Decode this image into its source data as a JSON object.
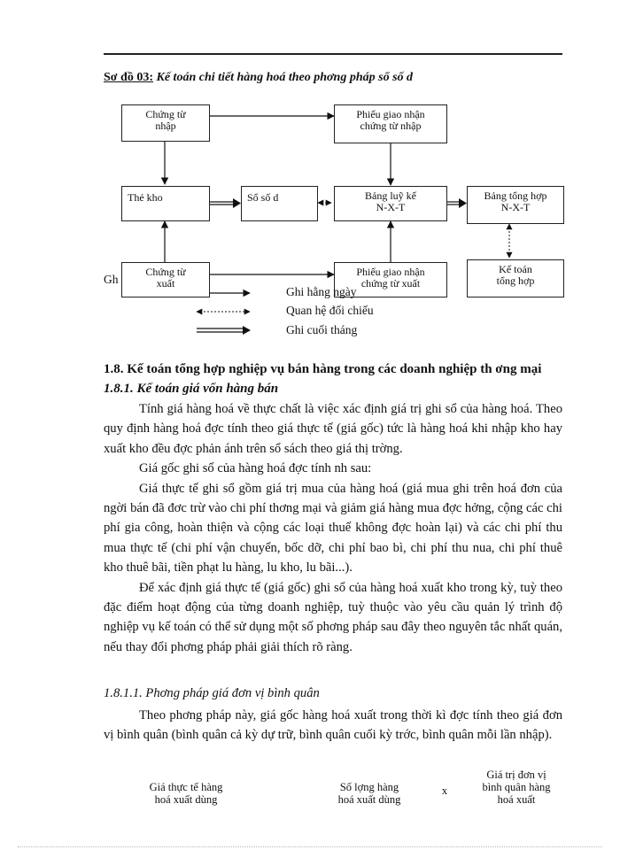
{
  "diagram": {
    "label": "Sơ đồ 03:",
    "title": " Kế toán chi tiết hàng hoá theo phơng   pháp sổ số d",
    "nodes": {
      "chung_tu_nhap": "Chứng từ\nnhập",
      "phieu_giao_nhan_nhap": "Phiếu giao nhận\nchứng từ nhập",
      "the_kho": "Thẻ kho",
      "so_so_du": "Sổ số d",
      "bang_luy_ke": "Bảng luỹ kế\nN-X-T",
      "bang_tong_hop": "Bảng tổng hợp\nN-X-T",
      "chung_tu_xuat": "Chứng từ\nxuất",
      "phieu_giao_nhan_xuat": "Phiếu giao nhận\nchứng từ xuất",
      "ke_toan_tong_hop": "Kế toán\ntổng hợp"
    },
    "gh_fragment": "Gh",
    "legend": {
      "daily": "Ghi hằng ngày",
      "reconcile": "Quan hệ đối chiếu",
      "month_end": "Ghi cuối tháng"
    }
  },
  "section": {
    "heading": "1.8. Kế toán tổng hợp nghiệp vụ bán hàng trong các doanh nghiệp th  ơng mại",
    "subheading": "1.8.1. Kế toán giá vốn hàng bán",
    "para1": "Tính  giá hàng hoá về thực chất là việc xác định giá trị ghi sổ của hàng hoá. Theo quy định hàng hoá đợc   tính theo giá thực tế (giá gốc) tức là hàng hoá khi nhập kho hay xuất kho đều đợc   phản ánh trên sổ sách theo giá thị trờng.",
    "para2": "Giá gốc ghi sổ của hàng hoá đợc   tính nh  sau:",
    "para3": "Giá thực tế ghi sổ gồm giá trị mua của hàng hoá (giá mua ghi trên hoá đơn của ngời   bán đã đơc   trừ vào chi phí thơng   mại và giảm giá hàng mua đợc   hởng,  cộng các chi phí gia công, hoàn thiện và cộng các loại thuế không đợc   hoàn lại) và các chi phí thu mua thực tế (chi phí vận chuyển, bốc dỡ, chi phí bao bì, chi phí thu nua, chi phí thuê kho thuê bãi, tiền phạt lu   hàng, lu   kho, lu   bãi...).",
    "para4": "Để xác định giá thực tế (giá gốc) ghi sổ của hàng hoá xuất kho trong kỳ, tuỳ theo đặc điểm hoạt động của từng doanh nghiệp, tuỳ thuộc vào yêu cầu quản lý trình độ nghiệp vụ kế toán có thể sử dụng một số phơng   pháp sau đây theo nguyên tắc nhất  quán, nếu thay đổi phơng   pháp phải giải thích rõ ràng.",
    "subsub": "1.8.1.1. Phơng   pháp giá đơn vị bình quân",
    "para5": "Theo phơng   pháp này, giá gốc hàng hoá xuất trong thời kì đợc   tính theo giá đơn vị bình quân (bình quân cả kỳ dự trữ, bình quân cuối kỳ trớc, bình quân mỗi lần nhập)."
  },
  "formula": {
    "term1": "Giá thực tế hàng\nhoá xuất dùng",
    "term2": "Số lợng   hàng\nhoá xuất dùng",
    "operator": "x",
    "term3": "Giá trị đơn vị\nbình quân hàng\nhoá xuất"
  }
}
